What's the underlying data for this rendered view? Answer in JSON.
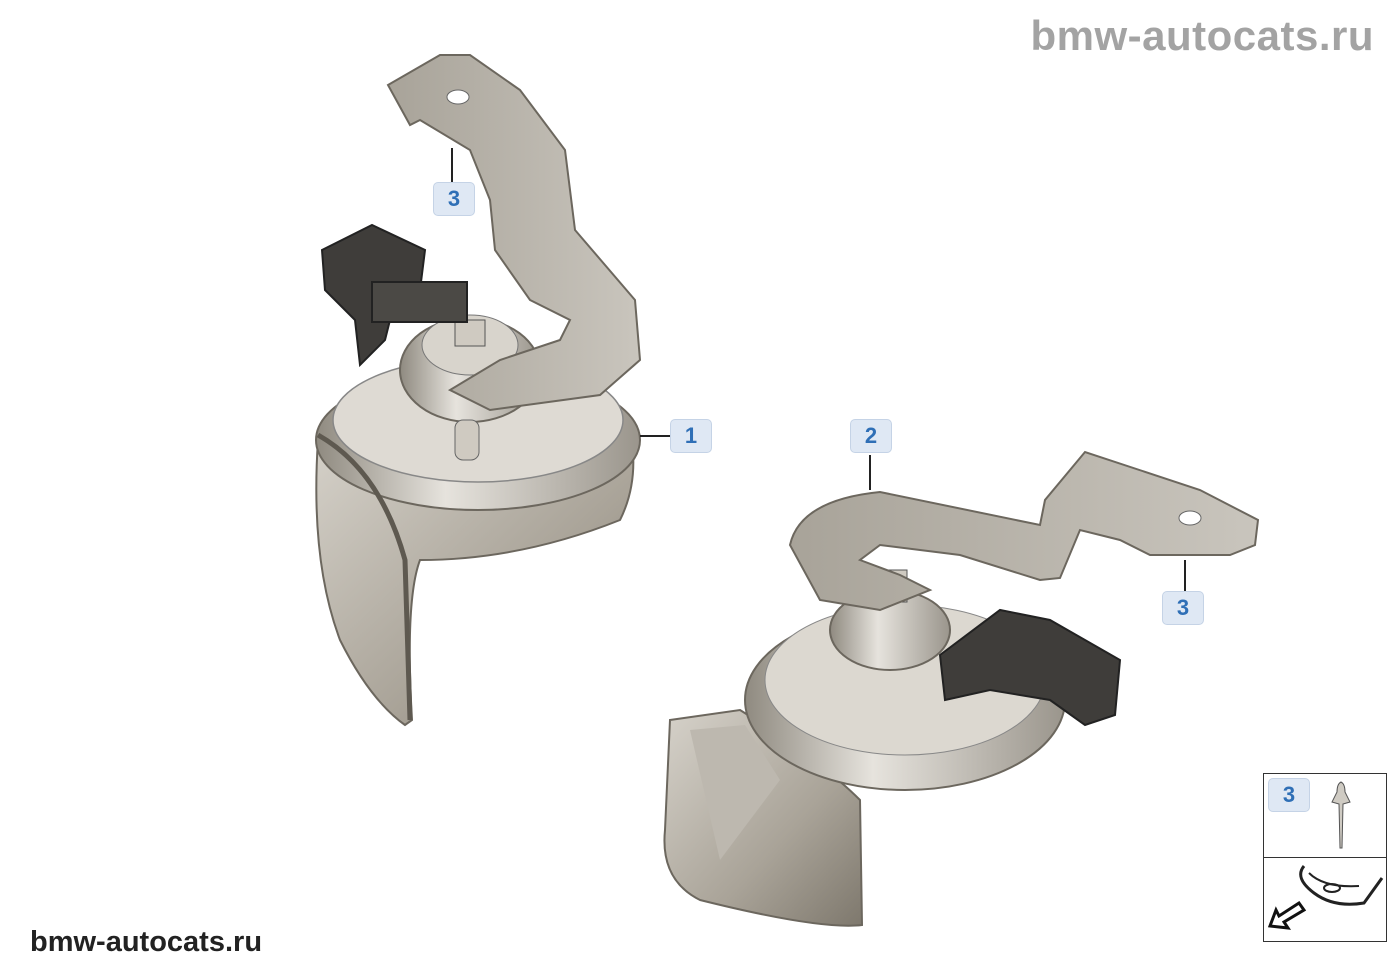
{
  "watermark_top": "bmw-autocats.ru",
  "watermark_bottom": "bmw-autocats.ru",
  "callouts": [
    {
      "label": "1",
      "part": "horn-high"
    },
    {
      "label": "2",
      "part": "horn-low"
    },
    {
      "label": "3",
      "part": "rivet"
    },
    {
      "label": "3",
      "part": "rivet"
    }
  ],
  "legend": {
    "label": "3",
    "icon": "blind-rivet-icon",
    "location_icon": "front-bumper-arrow-icon"
  },
  "colors": {
    "callout_bg": "#dfe8f4",
    "callout_text": "#2f6fb6",
    "watermark_top": "#a3a3a3"
  }
}
